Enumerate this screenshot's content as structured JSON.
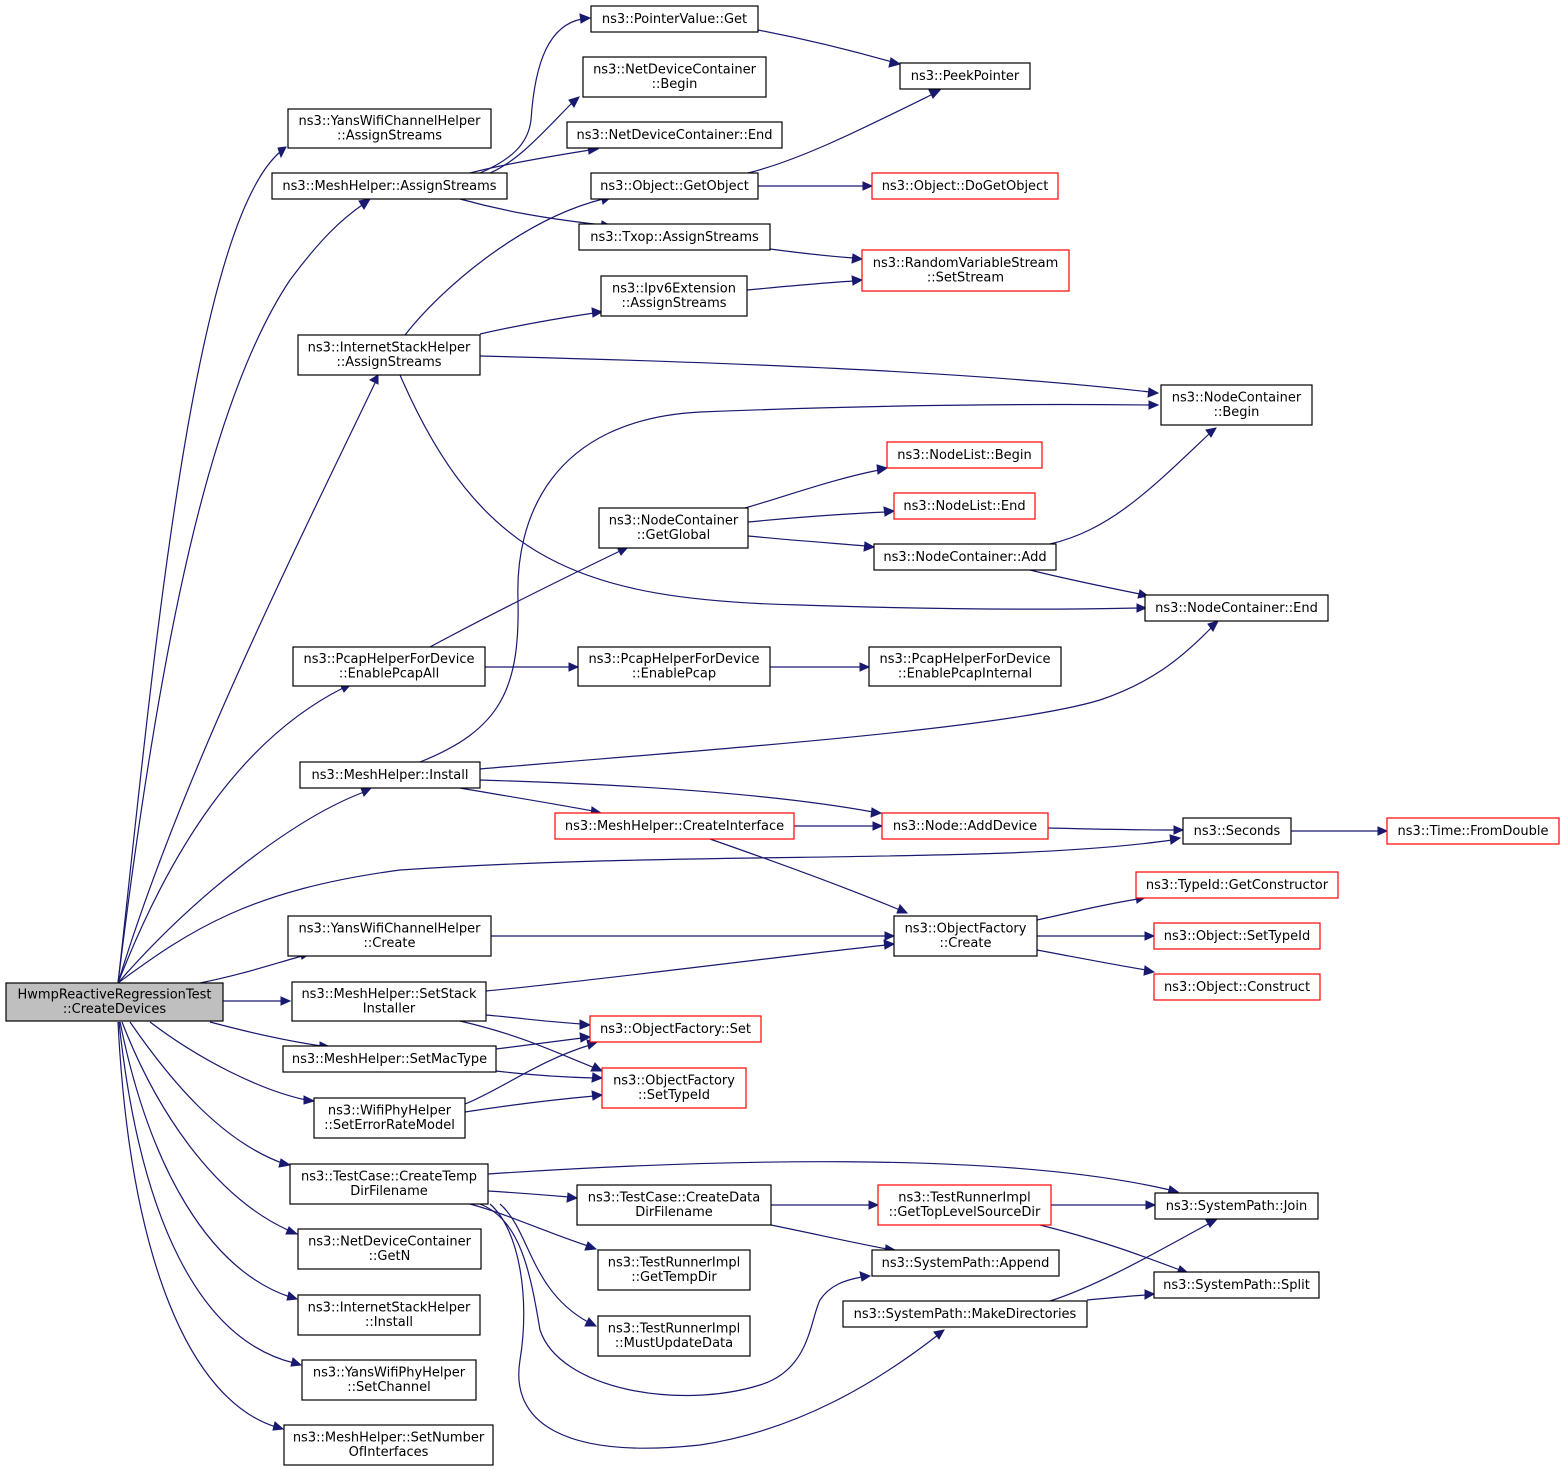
{
  "diagram": {
    "colors": {
      "edge": "#191970",
      "normal_border": "#000000",
      "external_border": "#ff0000",
      "root_fill": "#bfbfbf",
      "background": "#ffffff"
    },
    "nodes": [
      {
        "id": "root",
        "lines": [
          "HwmpReactiveRegressionTest",
          "::CreateDevices"
        ],
        "style": "root"
      },
      {
        "id": "yans_assign",
        "lines": [
          "ns3::YansWifiChannelHelper",
          "::AssignStreams"
        ],
        "style": "normal"
      },
      {
        "id": "mesh_assign",
        "lines": [
          "ns3::MeshHelper::AssignStreams"
        ],
        "style": "normal"
      },
      {
        "id": "inet_assign",
        "lines": [
          "ns3::InternetStackHelper",
          "::AssignStreams"
        ],
        "style": "normal"
      },
      {
        "id": "pcap_all",
        "lines": [
          "ns3::PcapHelperForDevice",
          "::EnablePcapAll"
        ],
        "style": "normal"
      },
      {
        "id": "mesh_install",
        "lines": [
          "ns3::MeshHelper::Install"
        ],
        "style": "normal"
      },
      {
        "id": "yans_create",
        "lines": [
          "ns3::YansWifiChannelHelper",
          "::Create"
        ],
        "style": "normal"
      },
      {
        "id": "mesh_stack",
        "lines": [
          "ns3::MeshHelper::SetStack",
          "Installer"
        ],
        "style": "normal"
      },
      {
        "id": "mesh_mac",
        "lines": [
          "ns3::MeshHelper::SetMacType"
        ],
        "style": "normal"
      },
      {
        "id": "wifi_err",
        "lines": [
          "ns3::WifiPhyHelper",
          "::SetErrorRateModel"
        ],
        "style": "normal"
      },
      {
        "id": "tc_temp",
        "lines": [
          "ns3::TestCase::CreateTemp",
          "DirFilename"
        ],
        "style": "normal"
      },
      {
        "id": "ndc_getn",
        "lines": [
          "ns3::NetDeviceContainer",
          "::GetN"
        ],
        "style": "normal"
      },
      {
        "id": "inet_install",
        "lines": [
          "ns3::InternetStackHelper",
          "::Install"
        ],
        "style": "normal"
      },
      {
        "id": "yans_phy_chan",
        "lines": [
          "ns3::YansWifiPhyHelper",
          "::SetChannel"
        ],
        "style": "normal"
      },
      {
        "id": "mesh_numif",
        "lines": [
          "ns3::MeshHelper::SetNumber",
          "OfInterfaces"
        ],
        "style": "normal"
      },
      {
        "id": "ptr_get",
        "lines": [
          "ns3::PointerValue::Get"
        ],
        "style": "normal"
      },
      {
        "id": "ndc_begin",
        "lines": [
          "ns3::NetDeviceContainer",
          "::Begin"
        ],
        "style": "normal"
      },
      {
        "id": "ndc_end",
        "lines": [
          "ns3::NetDeviceContainer::End"
        ],
        "style": "normal"
      },
      {
        "id": "obj_getobj",
        "lines": [
          "ns3::Object::GetObject"
        ],
        "style": "normal"
      },
      {
        "id": "txop_assign",
        "lines": [
          "ns3::Txop::AssignStreams"
        ],
        "style": "normal"
      },
      {
        "id": "ipv6_assign",
        "lines": [
          "ns3::Ipv6Extension",
          "::AssignStreams"
        ],
        "style": "normal"
      },
      {
        "id": "nc_global",
        "lines": [
          "ns3::NodeContainer",
          "::GetGlobal"
        ],
        "style": "normal"
      },
      {
        "id": "pcap_enable",
        "lines": [
          "ns3::PcapHelperForDevice",
          "::EnablePcap"
        ],
        "style": "normal"
      },
      {
        "id": "mesh_createif",
        "lines": [
          "ns3::MeshHelper::CreateInterface"
        ],
        "style": "external"
      },
      {
        "id": "of_set",
        "lines": [
          "ns3::ObjectFactory::Set"
        ],
        "style": "external"
      },
      {
        "id": "of_settype",
        "lines": [
          "ns3::ObjectFactory",
          "::SetTypeId"
        ],
        "style": "external"
      },
      {
        "id": "tc_data",
        "lines": [
          "ns3::TestCase::CreateData",
          "DirFilename"
        ],
        "style": "normal"
      },
      {
        "id": "tr_tempdir",
        "lines": [
          "ns3::TestRunnerImpl",
          "::GetTempDir"
        ],
        "style": "normal"
      },
      {
        "id": "tr_mustupd",
        "lines": [
          "ns3::TestRunnerImpl",
          "::MustUpdateData"
        ],
        "style": "normal"
      },
      {
        "id": "peek_ptr",
        "lines": [
          "ns3::PeekPointer"
        ],
        "style": "normal"
      },
      {
        "id": "obj_dogetobj",
        "lines": [
          "ns3::Object::DoGetObject"
        ],
        "style": "external"
      },
      {
        "id": "rvs_setstream",
        "lines": [
          "ns3::RandomVariableStream",
          "::SetStream"
        ],
        "style": "external"
      },
      {
        "id": "nl_begin",
        "lines": [
          "ns3::NodeList::Begin"
        ],
        "style": "external"
      },
      {
        "id": "nl_end",
        "lines": [
          "ns3::NodeList::End"
        ],
        "style": "external"
      },
      {
        "id": "nc_add",
        "lines": [
          "ns3::NodeContainer::Add"
        ],
        "style": "normal"
      },
      {
        "id": "pcap_internal",
        "lines": [
          "ns3::PcapHelperForDevice",
          "::EnablePcapInternal"
        ],
        "style": "normal"
      },
      {
        "id": "node_adddev",
        "lines": [
          "ns3::Node::AddDevice"
        ],
        "style": "external"
      },
      {
        "id": "of_create",
        "lines": [
          "ns3::ObjectFactory",
          "::Create"
        ],
        "style": "normal"
      },
      {
        "id": "tr_toplevel",
        "lines": [
          "ns3::TestRunnerImpl",
          "::GetTopLevelSourceDir"
        ],
        "style": "external"
      },
      {
        "id": "sp_append",
        "lines": [
          "ns3::SystemPath::Append"
        ],
        "style": "normal"
      },
      {
        "id": "sp_mkdirs",
        "lines": [
          "ns3::SystemPath::MakeDirectories"
        ],
        "style": "normal"
      },
      {
        "id": "nc_begin",
        "lines": [
          "ns3::NodeContainer",
          "::Begin"
        ],
        "style": "normal"
      },
      {
        "id": "nc_end",
        "lines": [
          "ns3::NodeContainer::End"
        ],
        "style": "normal"
      },
      {
        "id": "seconds",
        "lines": [
          "ns3::Seconds"
        ],
        "style": "normal"
      },
      {
        "id": "typeid_getctor",
        "lines": [
          "ns3::TypeId::GetConstructor"
        ],
        "style": "external"
      },
      {
        "id": "obj_settypeid",
        "lines": [
          "ns3::Object::SetTypeId"
        ],
        "style": "external"
      },
      {
        "id": "obj_construct",
        "lines": [
          "ns3::Object::Construct"
        ],
        "style": "external"
      },
      {
        "id": "sp_join",
        "lines": [
          "ns3::SystemPath::Join"
        ],
        "style": "normal"
      },
      {
        "id": "sp_split",
        "lines": [
          "ns3::SystemPath::Split"
        ],
        "style": "normal"
      },
      {
        "id": "time_fromdouble",
        "lines": [
          "ns3::Time::FromDouble"
        ],
        "style": "external"
      }
    ]
  }
}
